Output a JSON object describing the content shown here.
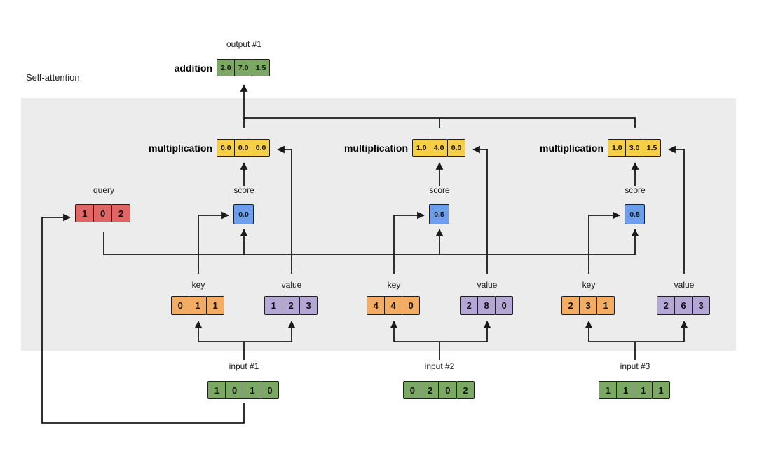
{
  "title": "Self-attention",
  "output": {
    "label": "output #1",
    "op": "addition",
    "cells": [
      "2.0",
      "7.0",
      "1.5"
    ]
  },
  "query": {
    "label": "query",
    "cells": [
      "1",
      "0",
      "2"
    ]
  },
  "groups": [
    {
      "input_label": "input #1",
      "input": [
        "1",
        "0",
        "1",
        "0"
      ],
      "key_label": "key",
      "key": [
        "0",
        "1",
        "1"
      ],
      "value_label": "value",
      "value": [
        "1",
        "2",
        "3"
      ],
      "score_label": "score",
      "score": "0.0",
      "mult_label": "multiplication",
      "mult": [
        "0.0",
        "0.0",
        "0.0"
      ]
    },
    {
      "input_label": "input #2",
      "input": [
        "0",
        "2",
        "0",
        "2"
      ],
      "key_label": "key",
      "key": [
        "4",
        "4",
        "0"
      ],
      "value_label": "value",
      "value": [
        "2",
        "8",
        "0"
      ],
      "score_label": "score",
      "score": "0.5",
      "mult_label": "multiplication",
      "mult": [
        "1.0",
        "4.0",
        "0.0"
      ]
    },
    {
      "input_label": "input #3",
      "input": [
        "1",
        "1",
        "1",
        "1"
      ],
      "key_label": "key",
      "key": [
        "2",
        "3",
        "1"
      ],
      "value_label": "value",
      "value": [
        "2",
        "6",
        "3"
      ],
      "score_label": "score",
      "score": "0.5",
      "mult_label": "multiplication",
      "mult": [
        "1.0",
        "3.0",
        "1.5"
      ]
    }
  ],
  "colors": {
    "green": "#7ba862",
    "yellow": "#f6cf47",
    "orange": "#f3ac63",
    "red": "#e06666",
    "blue": "#6d9eeb",
    "purple": "#b5a7d5",
    "region_background": "#ececec",
    "line": "#1a1a1a"
  }
}
